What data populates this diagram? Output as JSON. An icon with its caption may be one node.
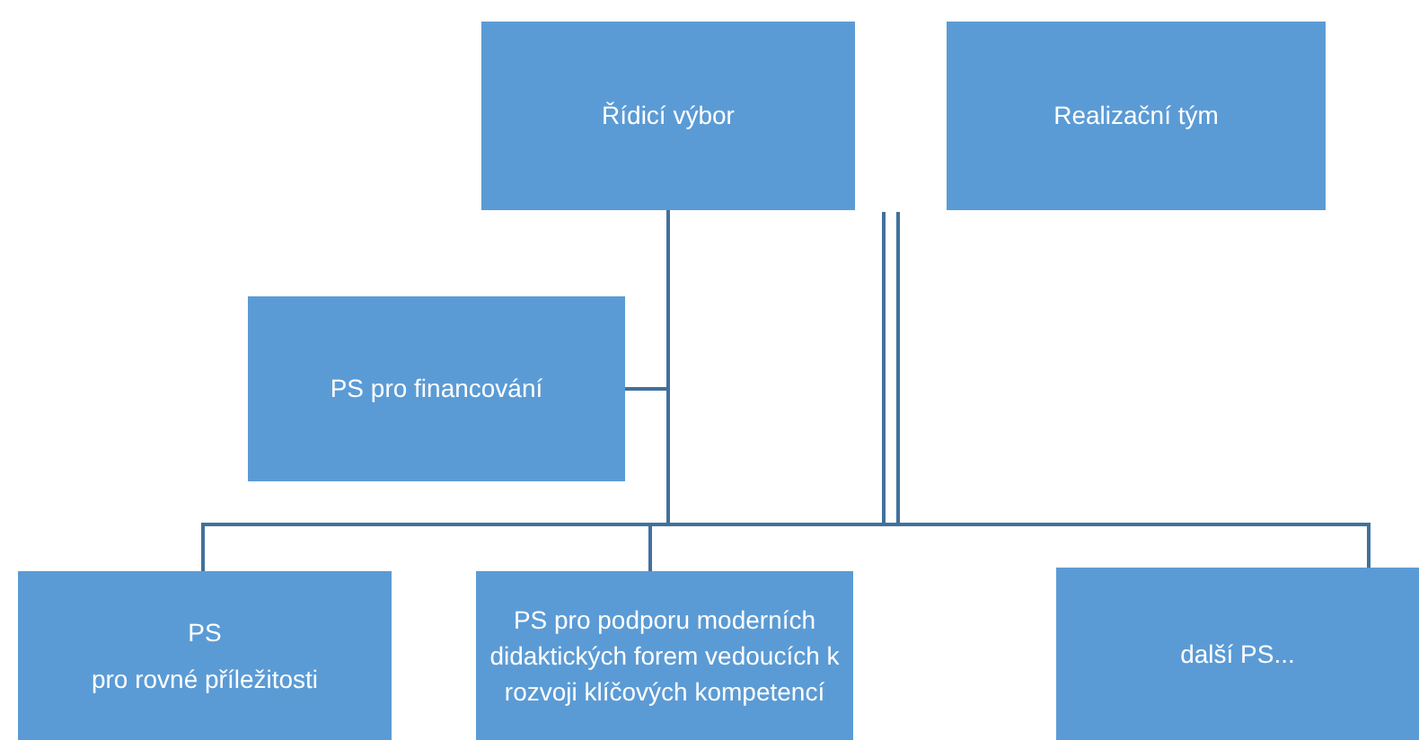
{
  "diagram": {
    "nodes": [
      {
        "text": [
          "Řídicí výbor"
        ]
      },
      {
        "text": [
          "Realizační tým"
        ]
      },
      {
        "text": [
          "PS pro financování"
        ]
      },
      {
        "text": [
          "PS",
          "pro rovné příležitosti"
        ]
      },
      {
        "text": [
          "PS pro podporu moderních didaktických forem vedoucích k rozvoji klíčových kompetencí"
        ]
      },
      {
        "text": [
          "další PS..."
        ]
      }
    ],
    "edges": [
      {
        "from": 0,
        "to": 2,
        "arrow": "none"
      },
      {
        "from": 0,
        "to": 3,
        "arrow": "none"
      },
      {
        "from": 0,
        "to": 4,
        "arrow": "none"
      },
      {
        "from": 0,
        "to": 5,
        "arrow": "none"
      }
    ]
  }
}
